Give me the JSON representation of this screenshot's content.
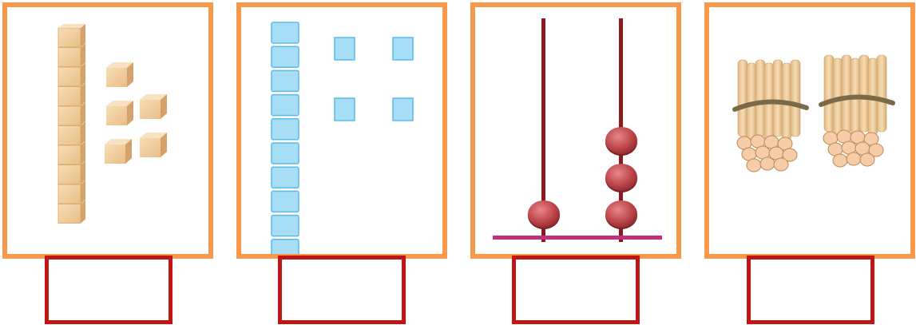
{
  "colors": {
    "frame": "#F7984A",
    "answer_box": "#C01515",
    "unit_square": "#A7DDF5",
    "bead": "#C0484C",
    "rod": "#8B1A1F",
    "base": "#C2307A",
    "block": "#F2CFA0",
    "stick": "#F0D2A2",
    "band": "#7A6A4A"
  },
  "cards": [
    {
      "model": "base-ten-blocks",
      "tens": 1,
      "ones": 5
    },
    {
      "model": "square-tiles",
      "tens": 1,
      "ones": 4
    },
    {
      "model": "abacus",
      "tens": 1,
      "ones": 3
    },
    {
      "model": "stick-bundles",
      "tens": 2,
      "ones": 0
    }
  ],
  "answers": [
    "",
    "",
    "",
    ""
  ]
}
